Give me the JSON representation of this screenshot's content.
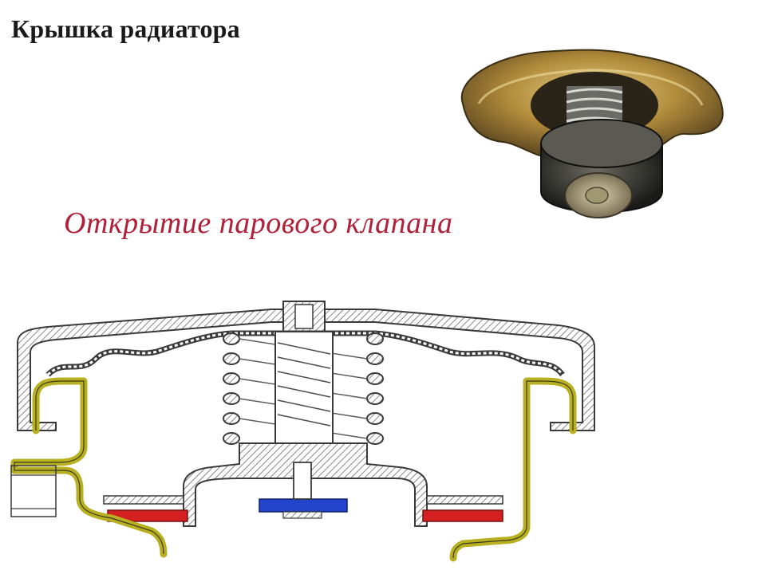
{
  "title": "Крышка радиатора",
  "subtitle": "Открытие парового клапана",
  "colors": {
    "seal_yellow": "#b8b020",
    "seal_red": "#d42020",
    "valve_blue": "#2244cc",
    "title_red": "#b02038",
    "outline": "#3a3a3a",
    "hatch": "#7a7a7a"
  },
  "icons": {
    "photo": "radiator-cap-photo",
    "diagram": "radiator-cap-cross-section"
  }
}
